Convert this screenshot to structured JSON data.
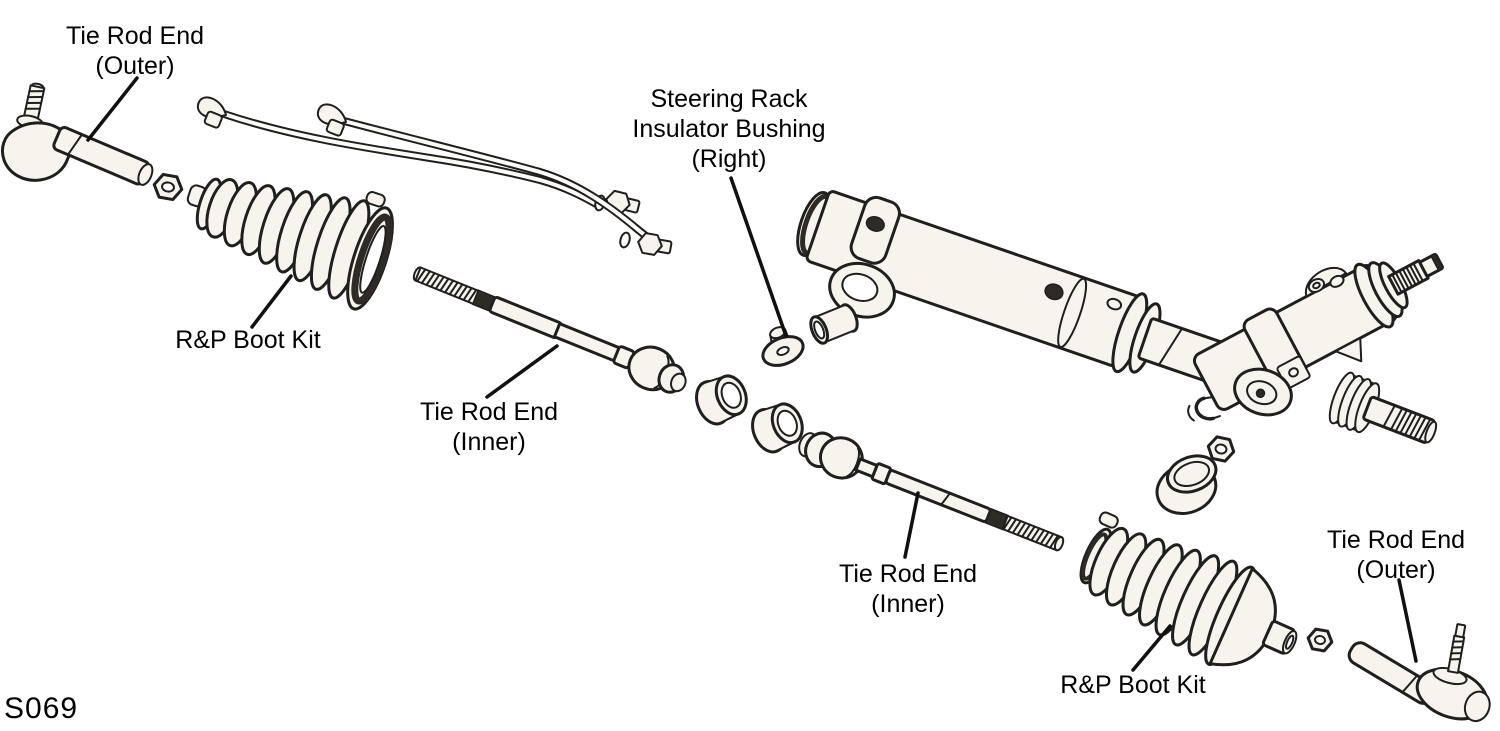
{
  "figure": {
    "code": "S069",
    "background": "#ffffff",
    "ink_color": "#1f1f1f",
    "part_fill_color": "#f7f4ee",
    "dark_detail_color": "#2e2a26"
  },
  "labels": {
    "tie_rod_outer_left": {
      "lines": [
        "Tie Rod End",
        "(Outer)"
      ]
    },
    "boot_kit_left": {
      "lines": [
        "R&P Boot Kit"
      ]
    },
    "tie_rod_inner_left": {
      "lines": [
        "Tie Rod End",
        "(Inner)"
      ]
    },
    "insulator_bushing": {
      "lines": [
        "Steering Rack",
        "Insulator Bushing",
        "(Right)"
      ]
    },
    "tie_rod_inner_right": {
      "lines": [
        "Tie Rod End",
        "(Inner)"
      ]
    },
    "boot_kit_right": {
      "lines": [
        "R&P Boot Kit"
      ]
    },
    "tie_rod_outer_right": {
      "lines": [
        "Tie Rod End",
        "(Outer)"
      ]
    }
  }
}
